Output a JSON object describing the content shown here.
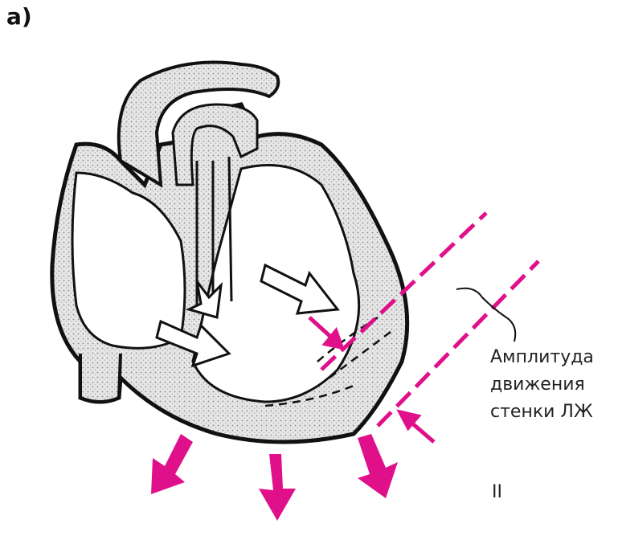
{
  "panel_label": "a)",
  "annotation": {
    "line1": "Амплитуда",
    "line2": "движения",
    "line3": "стенки ЛЖ"
  },
  "lead_label": "II",
  "colors": {
    "arrow_magenta": "#e0108a",
    "outline": "#111111",
    "wall_fill": "#cfcfcf"
  }
}
